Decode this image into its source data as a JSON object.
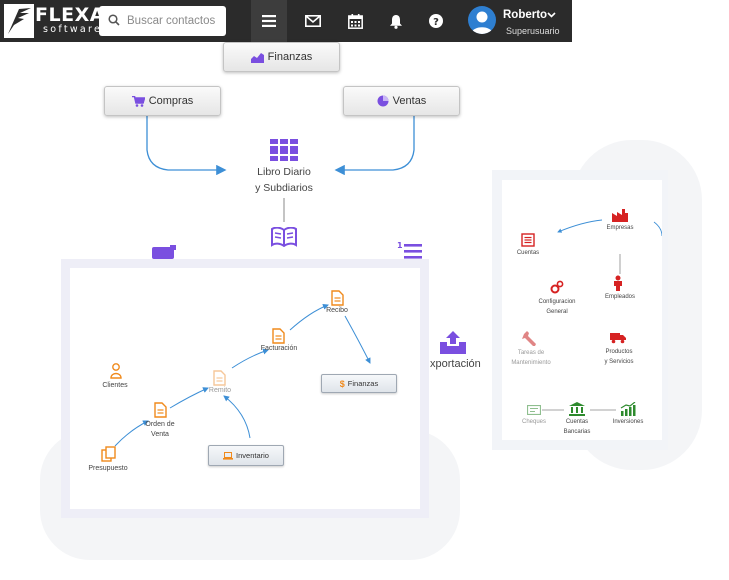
{
  "header": {
    "logo_word": "FLEXA",
    "logo_sub": "software",
    "search_placeholder": "Buscar contactos",
    "nav_icons": [
      "menu-icon",
      "mail-icon",
      "calendar-icon",
      "bell-icon",
      "help-icon"
    ],
    "user": {
      "name": "Roberto",
      "role": "Superusuario"
    }
  },
  "main_diagram": {
    "finanzas_label": "Finanzas",
    "compras_label": "Compras",
    "ventas_label": "Ventas",
    "libro_line1": "Libro Diario",
    "libro_line2": "y Subdiarios",
    "exportacion_label": "xportación"
  },
  "sales_flow": {
    "clientes": "Clientes",
    "presupuesto": "Presupuesto",
    "orden_line1": "Orden de",
    "orden_line2": "Venta",
    "remito": "Remito",
    "facturacion": "Facturación",
    "recibo": "Recibo",
    "finanzas": "Finanzas",
    "inventario": "Inventario"
  },
  "company_map": {
    "empresas": "Empresas",
    "cuentas": "Cuentas",
    "config_line1": "Configuracion",
    "config_line2": "General",
    "empleados": "Empleados",
    "tareas_line1": "Tareas de",
    "tareas_line2": "Mantenimiento",
    "productos_line1": "Productos",
    "productos_line2": "y Servicios",
    "cheques": "Cheques",
    "bancarias_line1": "Cuentas",
    "bancarias_line2": "Bancarias",
    "inversiones": "Inversiones"
  },
  "colors": {
    "topbar": "#2b2b2b",
    "accent_purple": "#7a4fe0",
    "arrow_blue": "#3d8fd6",
    "flow_orange": "#f08a1c",
    "map_red": "#d62222",
    "map_green": "#2e8b2e"
  }
}
